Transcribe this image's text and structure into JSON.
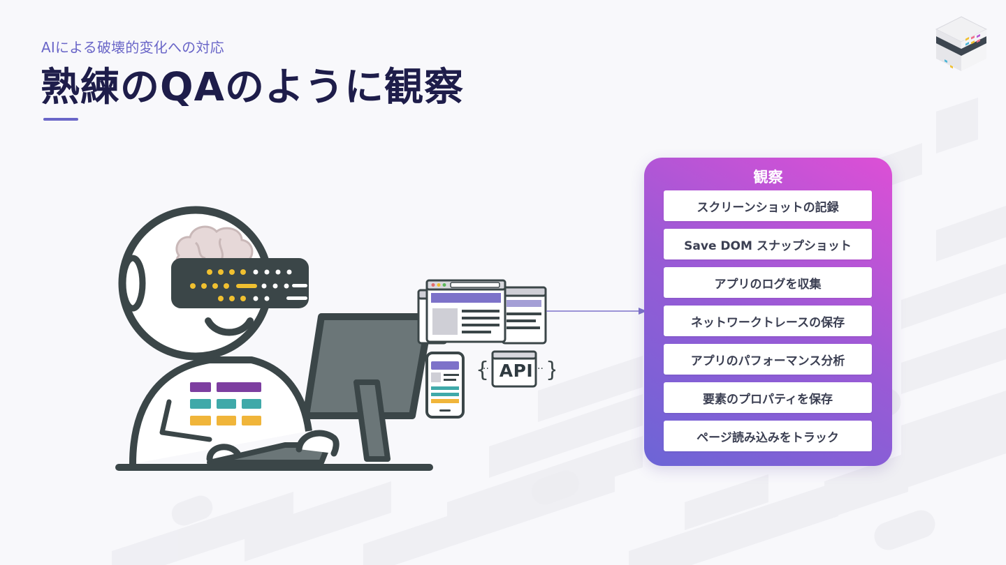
{
  "header": {
    "subtitle": "AIによる破壊的変化への対応",
    "title": "熟練のQAのように観察"
  },
  "illustration": {
    "api_label": "API"
  },
  "panel": {
    "title": "観察",
    "items": [
      "スクリーンショットの記録",
      "Save DOM スナップショット",
      "アプリのログを収集",
      "ネットワークトレースの保存",
      "アプリのパフォーマンス分析",
      "要素のプロパティを保存",
      "ページ読み込みをトラック"
    ]
  },
  "colors": {
    "title": "#1e1d4a",
    "accent": "#6a66c8",
    "panel_gradient_start": "#6c65d6",
    "panel_gradient_end": "#dd4fd6",
    "robot_outline": "#3b4648"
  },
  "icons": [
    "company-logo-icon",
    "robot-qa-icon",
    "brain-icon",
    "browser-window-icon",
    "mobile-phone-icon",
    "api-icon",
    "arrow-right-icon"
  ]
}
